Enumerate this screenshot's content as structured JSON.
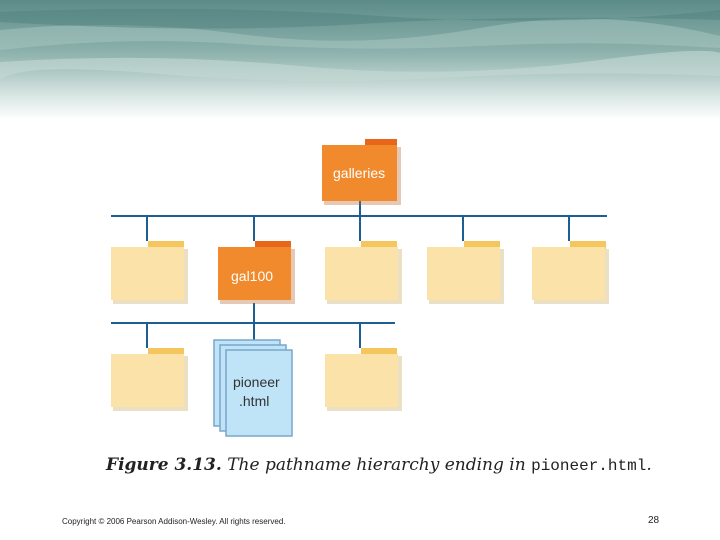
{
  "colors": {
    "banner_top": "#5f8f8c",
    "banner_bottom": "#ffffff",
    "line": "#1d5f94",
    "folder_plain": "#fbe2a8",
    "folder_plain_tab": "#f5c65d",
    "folder_active": "#f08a2c",
    "folder_active_tab": "#e8651a",
    "file_fill": "#bfe3f7",
    "file_border": "#7aa6c8"
  },
  "diagram": {
    "root": {
      "label": "galleries",
      "icon": "folder-icon"
    },
    "level1": [
      {
        "label": "",
        "icon": "folder-icon"
      },
      {
        "label": "gal100",
        "icon": "folder-icon"
      },
      {
        "label": "",
        "icon": "folder-icon"
      },
      {
        "label": "",
        "icon": "folder-icon"
      },
      {
        "label": "",
        "icon": "folder-icon"
      }
    ],
    "level2": [
      {
        "label": "",
        "icon": "folder-icon"
      },
      {
        "label_line1": "pioneer",
        "label_line2": ".html",
        "icon": "file-stack-icon"
      },
      {
        "label": "",
        "icon": "folder-icon"
      }
    ]
  },
  "caption": {
    "figure": "Figure 3.13.",
    "text": "The pathname hierarchy ending in",
    "code": "pioneer.html",
    "end": "."
  },
  "footer": {
    "copyright": "Copyright © 2006 Pearson Addison-Wesley. All rights reserved.",
    "page": "28"
  }
}
